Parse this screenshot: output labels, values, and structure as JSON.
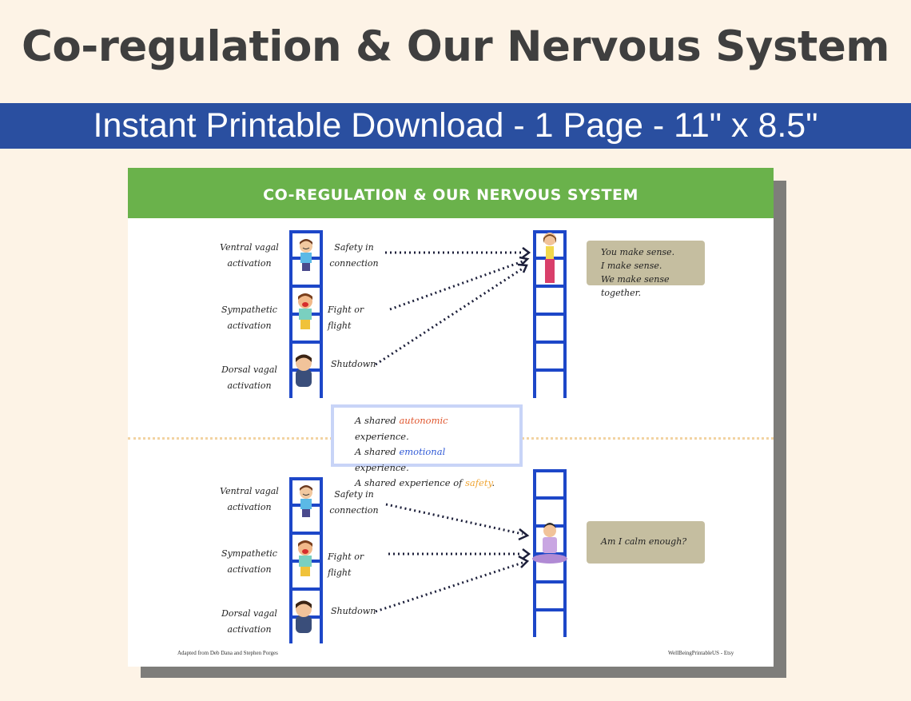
{
  "headline": "Co-regulation & Our Nervous System",
  "banner": "Instant Printable Download - 1 Page - 11\" x 8.5\"",
  "sheet": {
    "title": "CO-REGULATION & OUR NERVOUS SYSTEM",
    "states": [
      {
        "label": "Ventral vagal activation",
        "response": "Safety in connection"
      },
      {
        "label": "Sympathetic activation",
        "response": "Fight or flight"
      },
      {
        "label": "Dorsal vagal activation",
        "response": "Shutdown"
      }
    ],
    "top_note": [
      "You make sense.",
      "I make sense.",
      "We make sense together."
    ],
    "bottom_note": "Am I calm enough?",
    "shared": {
      "line1_pre": "A shared ",
      "line1_word": "autonomic",
      "line1_post": " experience.",
      "line2_pre": "A shared ",
      "line2_word": "emotional",
      "line2_post": " experience.",
      "line3_pre": "A shared experience of ",
      "line3_word": "safety",
      "line3_post": "."
    },
    "footer_left": "Adapted from Deb Dana and Stephen Porges",
    "footer_right": "WellBeingPrintableUS - Etsy"
  },
  "colors": {
    "banner": "#2a4fa0",
    "sheet_header": "#6ab24b",
    "ladder": "#1d47c8",
    "note_bg": "#c5bea0",
    "accent_autonomic": "#e0562e",
    "accent_emotional": "#2e58d6",
    "accent_safety": "#f0a534"
  }
}
